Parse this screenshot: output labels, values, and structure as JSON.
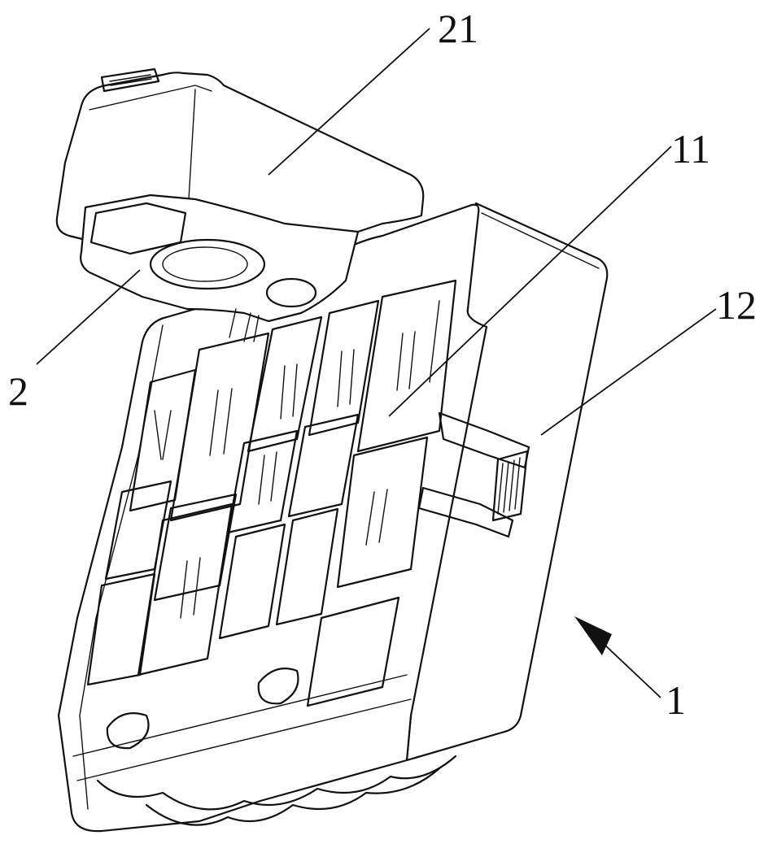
{
  "figure": {
    "labels": {
      "cover": "21",
      "adapter": "2",
      "face_panel": "11",
      "side_panel": "12",
      "housing": "1"
    },
    "colors": {
      "ink": "#111111",
      "background": "#ffffff"
    }
  }
}
